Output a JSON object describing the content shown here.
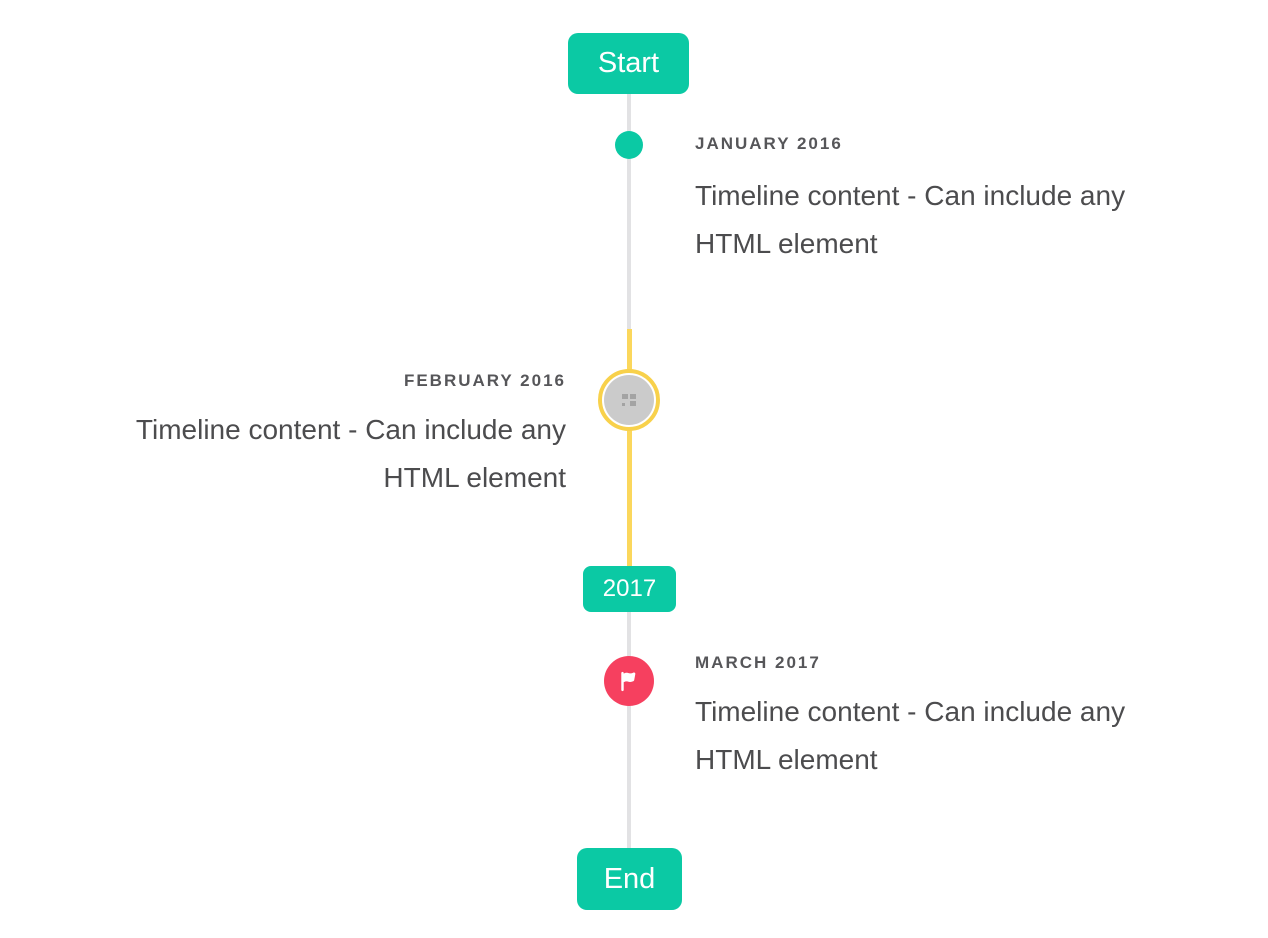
{
  "timeline": {
    "start_label": "Start",
    "year_badge_label": "2017",
    "end_label": "End",
    "items": [
      {
        "title": "JANUARY 2016",
        "side": "right",
        "marker": "teal-dot",
        "lines": [
          "Timeline content - Can include any",
          "HTML element"
        ]
      },
      {
        "title": "FEBRUARY 2016",
        "side": "left",
        "marker": "gray-circle-with-image-placeholder",
        "lines": [
          "Timeline content - Can include any",
          "HTML element"
        ]
      },
      {
        "title": "MARCH 2017",
        "side": "right",
        "marker": "red-flag-circle",
        "lines": [
          "Timeline content - Can include any",
          "HTML element"
        ]
      }
    ],
    "icons": {
      "flag": "flag-icon",
      "image_placeholder": "broken-image-icon"
    },
    "colors": {
      "accent_teal": "#0bc9a4",
      "highlight_yellow": "#fbd75c",
      "marker_red": "#f6405f",
      "line_gray": "#e2e2e4",
      "circle_gray": "#cbcbcb",
      "title_text": "#565659",
      "body_text": "#4c4c4e"
    }
  }
}
